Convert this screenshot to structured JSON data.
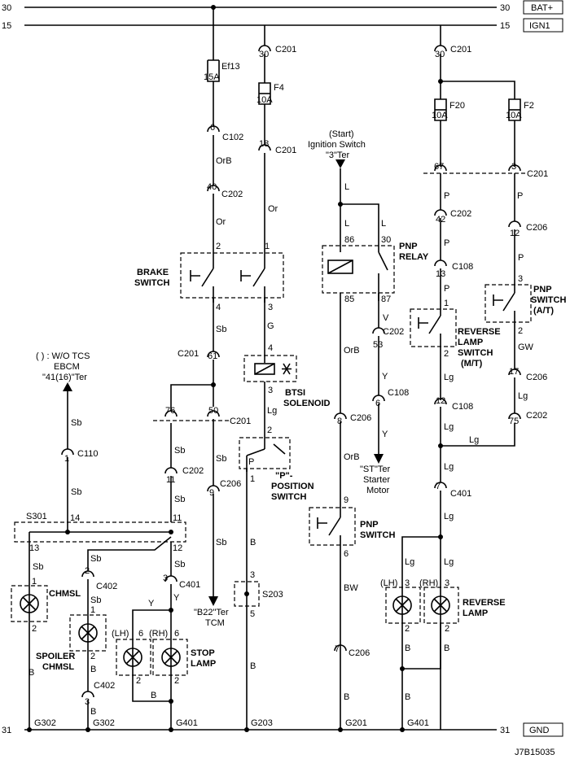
{
  "rails": {
    "top_left": "30",
    "top_right": "30",
    "top_tag": "BAT+",
    "ign_left": "15",
    "ign_right": "15",
    "ign_tag": "IGN1",
    "gnd_left": "31",
    "gnd_right": "31",
    "gnd_tag": "GND"
  },
  "fuses": {
    "ef13_name": "Ef13",
    "ef13_rating": "15A",
    "f4_name": "F4",
    "f4_rating": "10A",
    "f20_name": "F20",
    "f20_rating": "10A",
    "f2_name": "F2",
    "f2_rating": "10A"
  },
  "components": {
    "brake_switch_1": "BRAKE",
    "brake_switch_2": "SWITCH",
    "btsi_1": "BTSI",
    "btsi_2": "SOLENOID",
    "p_pos_1": "\"P\"-",
    "p_pos_2": "POSITION",
    "p_pos_3": "SWITCH",
    "pnp_relay_1": "PNP",
    "pnp_relay_2": "RELAY",
    "pnp_switch_1": "PNP",
    "pnp_switch_2": "SWITCH",
    "pnp_switch_at_1": "PNP",
    "pnp_switch_at_2": "SWITCH",
    "pnp_switch_at_3": "(A/T)",
    "rev_lamp_sw_1": "REVERSE",
    "rev_lamp_sw_2": "LAMP",
    "rev_lamp_sw_3": "SWITCH",
    "rev_lamp_sw_4": "(M/T)",
    "rev_lamp_1": "REVERSE",
    "rev_lamp_2": "LAMP",
    "stop_lamp_1": "STOP",
    "stop_lamp_2": "LAMP",
    "chmsl": "CHMSL",
    "spoiler_1": "SPOILER",
    "spoiler_2": "CHMSL",
    "ign_switch_1": "(Start)",
    "ign_switch_2": "Ignition Switch",
    "ign_switch_3": "\"3\"Ter",
    "ebcm_1": "( ) : W/O TCS",
    "ebcm_2": "EBCM",
    "ebcm_3": "\"41(16)\"Ter",
    "tcm_1": "\"B22\"Ter",
    "tcm_2": "TCM",
    "starter_1": "\"ST\"Ter",
    "starter_2": "Starter",
    "starter_3": "Motor",
    "lh": "(LH)",
    "rh": "(RH)",
    "lh2": "(LH)",
    "rh2": "(RH)"
  },
  "connectors": {
    "c201": "C201",
    "c102": "C102",
    "c202": "C202",
    "c206": "C206",
    "c108": "C108",
    "c110": "C110",
    "c401": "C401",
    "c402": "C402",
    "s301": "S301",
    "s203": "S203",
    "g302": "G302",
    "g401": "G401",
    "g203": "G203",
    "g201": "G201"
  },
  "wires": {
    "orb": "OrB",
    "or": "Or",
    "sb": "Sb",
    "g": "G",
    "lg": "Lg",
    "b": "B",
    "l": "L",
    "p": "P",
    "v": "V",
    "y": "Y",
    "bw": "BW",
    "gw": "GW"
  },
  "footer": {
    "code": "J7B15035"
  }
}
